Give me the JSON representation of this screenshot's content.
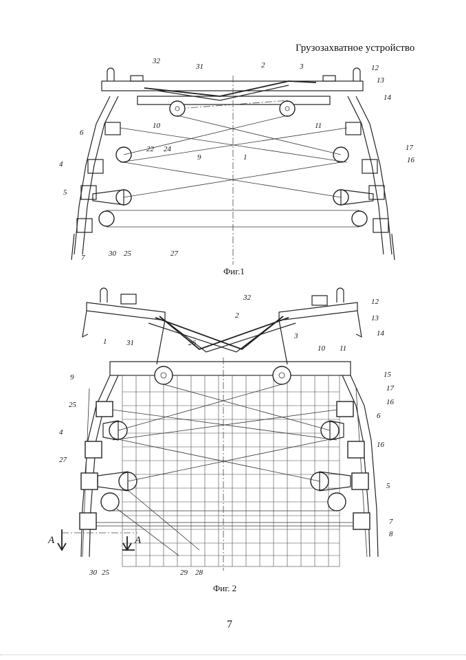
{
  "page": {
    "title": "Грузозахватное устройство",
    "fig1_caption": "Фиг.1",
    "fig2_caption": "Фиг. 2",
    "page_number": "7"
  },
  "fig1_labels": [
    "32",
    "31",
    "2",
    "3",
    "12",
    "13",
    "14",
    "10",
    "11",
    "6",
    "22",
    "24",
    "9",
    "1",
    "17",
    "16",
    "4",
    "5",
    "27",
    "30",
    "25",
    "7"
  ],
  "fig2_labels": [
    "32",
    "12",
    "13",
    "2",
    "3",
    "14",
    "1",
    "31",
    "26",
    "10",
    "11",
    "15",
    "9",
    "17",
    "25",
    "16",
    "6",
    "4",
    "16",
    "27",
    "5",
    "7",
    "8",
    "30",
    "25",
    "29",
    "28"
  ],
  "section_marks": {
    "left": "A",
    "right": "A"
  }
}
